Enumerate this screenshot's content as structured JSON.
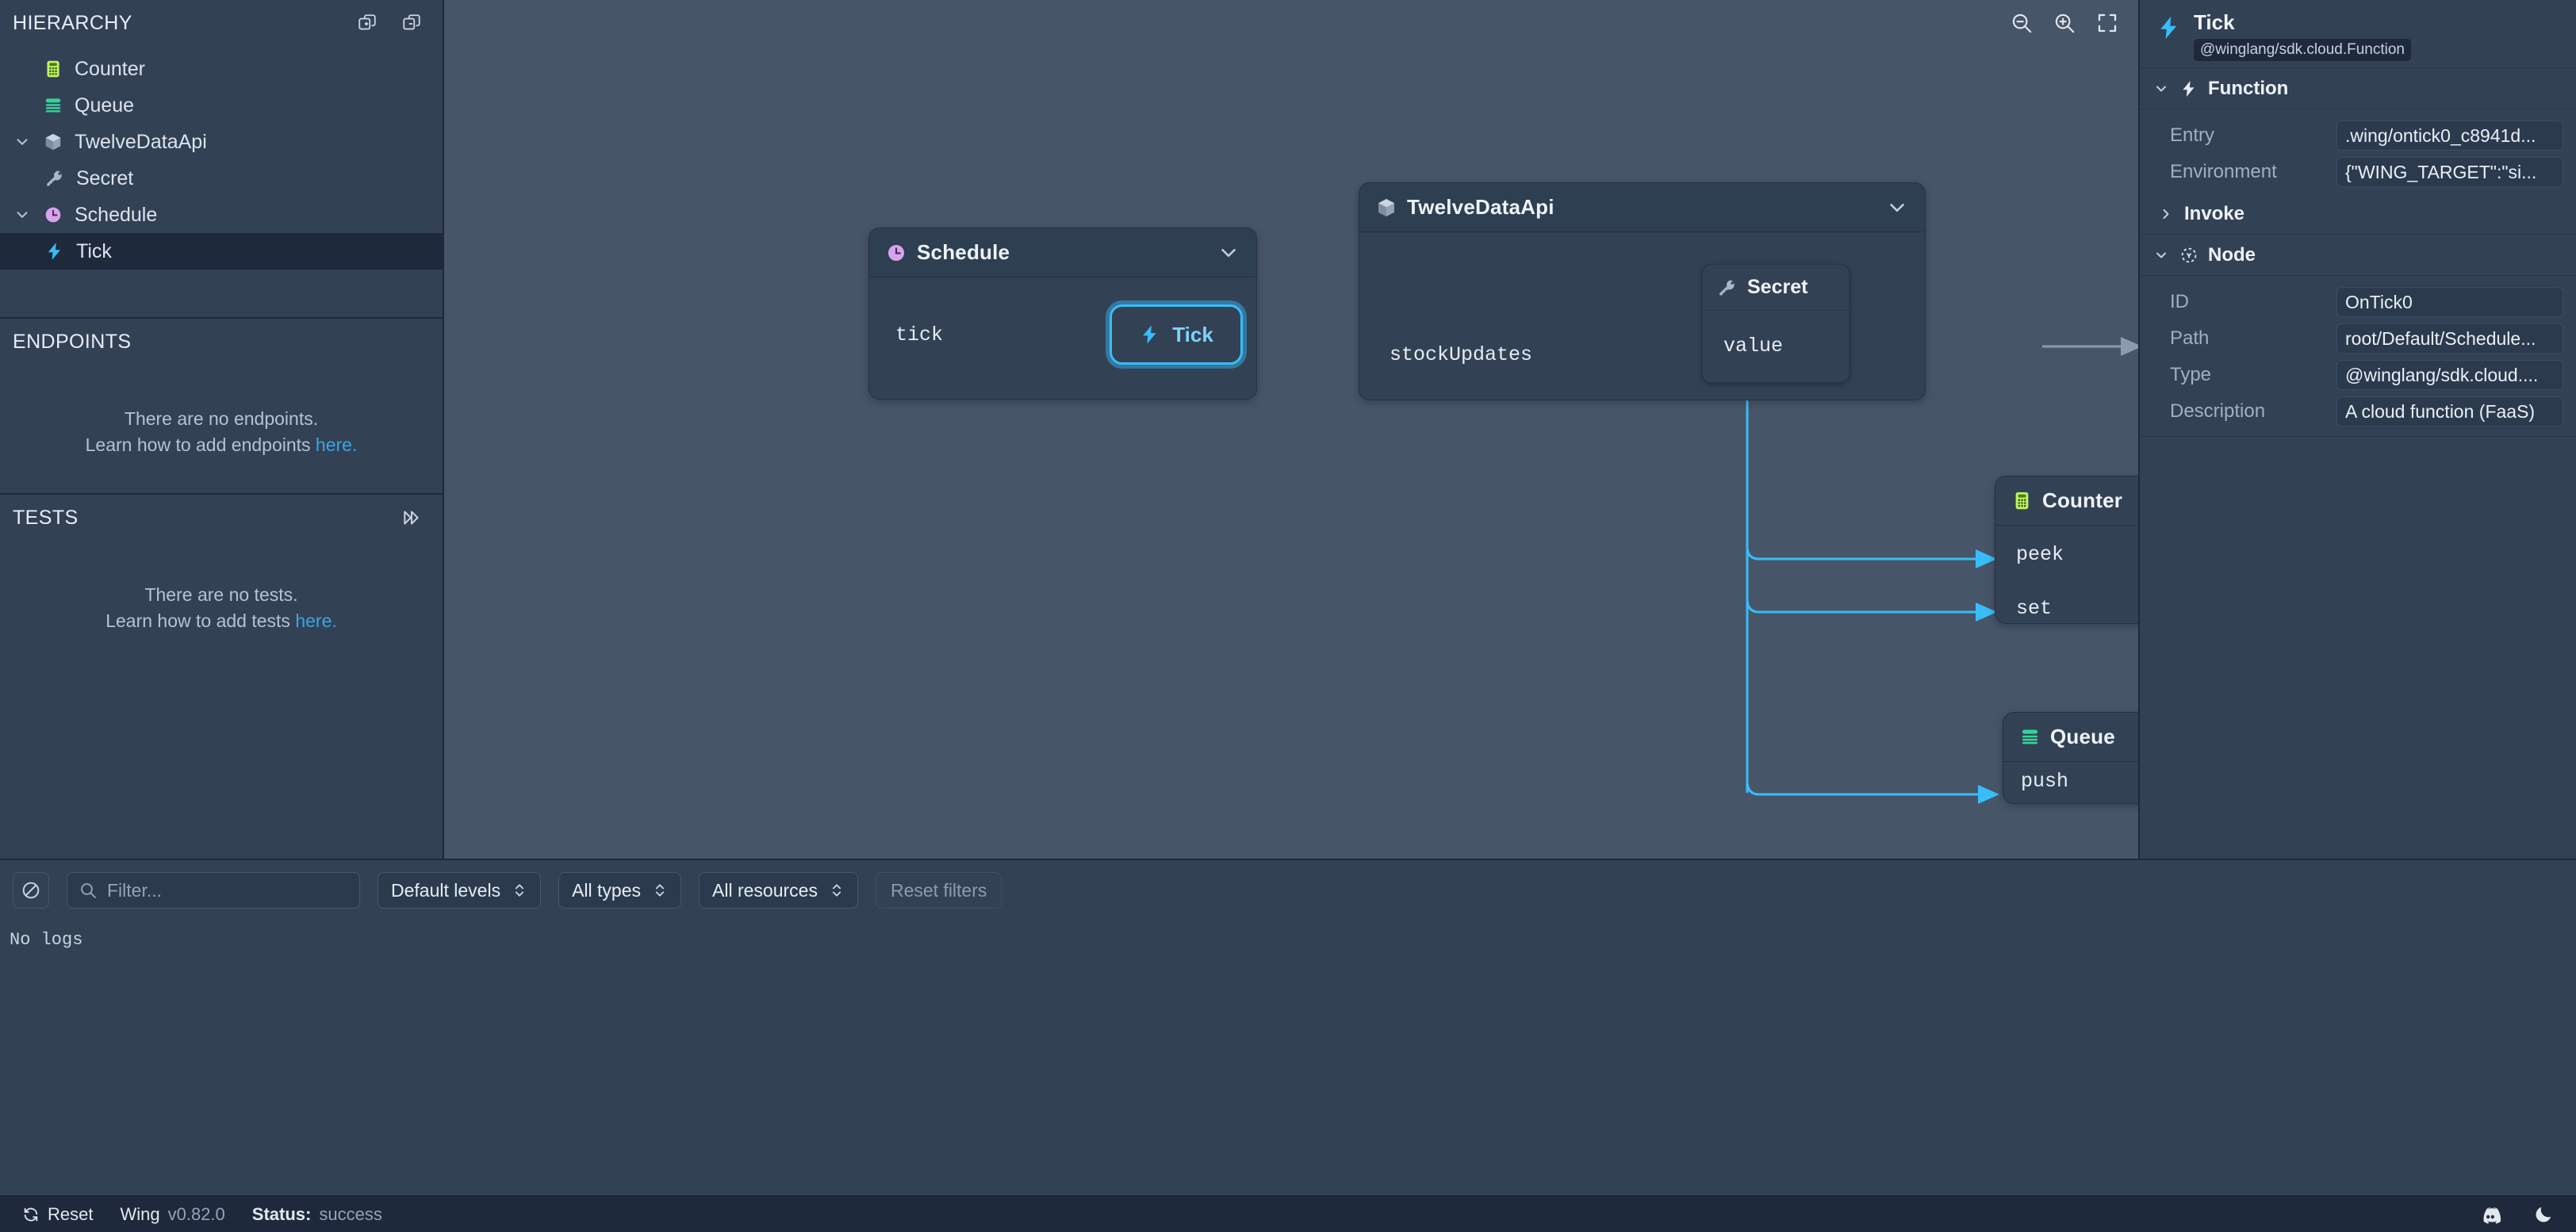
{
  "colors": {
    "accent": "#38bdf8",
    "link": "#38a5e8",
    "canvas_bg": "#475569",
    "panel_bg": "#334155",
    "deep_bg": "#1e293b",
    "counter_green": "#bef264",
    "queue_green": "#34d399",
    "schedule_purple": "#d8a3ec",
    "function_blue": "#38bdf8",
    "secret_gray": "#b6c2d1"
  },
  "sidebar": {
    "hierarchy": {
      "title": "HIERARCHY",
      "actions": [
        {
          "name": "expand-all-icon",
          "label": "Expand all"
        },
        {
          "name": "collapse-all-icon",
          "label": "Collapse all"
        }
      ],
      "items": [
        {
          "label": "Counter",
          "icon": "counter-icon",
          "depth": 0,
          "expandable": false,
          "expanded": false,
          "selected": false
        },
        {
          "label": "Queue",
          "icon": "queue-icon",
          "depth": 0,
          "expandable": false,
          "expanded": false,
          "selected": false
        },
        {
          "label": "TwelveDataApi",
          "icon": "cube-icon",
          "depth": 0,
          "expandable": true,
          "expanded": true,
          "selected": false
        },
        {
          "label": "Secret",
          "icon": "key-icon",
          "depth": 1,
          "expandable": false,
          "expanded": false,
          "selected": false
        },
        {
          "label": "Schedule",
          "icon": "clock-icon",
          "depth": 0,
          "expandable": true,
          "expanded": true,
          "selected": false
        },
        {
          "label": "Tick",
          "icon": "function-icon",
          "depth": 1,
          "expandable": false,
          "expanded": false,
          "selected": true
        }
      ]
    },
    "endpoints": {
      "title": "ENDPOINTS",
      "empty_line1": "There are no endpoints.",
      "empty_line2_prefix": "Learn how to add endpoints ",
      "empty_link": "here."
    },
    "tests": {
      "title": "TESTS",
      "action": {
        "name": "run-all-tests-icon",
        "label": "Run all tests"
      },
      "empty_line1": "There are no tests.",
      "empty_line2_prefix": "Learn how to add tests ",
      "empty_link": "here."
    }
  },
  "canvas": {
    "tools": [
      {
        "name": "zoom-out-icon",
        "label": "Zoom out"
      },
      {
        "name": "zoom-in-icon",
        "label": "Zoom in"
      },
      {
        "name": "fit-screen-icon",
        "label": "Fit to screen"
      }
    ],
    "nodes": {
      "schedule": {
        "title": "Schedule",
        "icon": "clock-icon",
        "collapse": "chevron-down-icon",
        "ports": [
          "tick"
        ]
      },
      "tick": {
        "title": "Tick",
        "icon": "function-icon",
        "selected": true
      },
      "api": {
        "title": "TwelveDataApi",
        "icon": "cube-icon",
        "collapse": "chevron-down-icon",
        "ports": [
          "stockUpdates"
        ]
      },
      "secret": {
        "title": "Secret",
        "icon": "key-icon",
        "ports": [
          "value"
        ]
      },
      "counter": {
        "title": "Counter",
        "icon": "counter-icon",
        "ports": [
          "peek",
          "set"
        ]
      },
      "queue": {
        "title": "Queue",
        "icon": "queue-icon",
        "ports": [
          "push"
        ]
      }
    }
  },
  "inspector": {
    "title": "Tick",
    "icon": "function-icon",
    "badge": "@winglang/sdk.cloud.Function",
    "sections": [
      {
        "name": "function",
        "title": "Function",
        "icon": "function-icon",
        "expanded": true,
        "rows": [
          {
            "key": "Entry",
            "value": ".wing/ontick0_c8941d..."
          },
          {
            "key": "Environment",
            "value": "{\"WING_TARGET\":\"si..."
          }
        ],
        "subsections": [
          {
            "name": "invoke",
            "title": "Invoke",
            "expanded": false
          }
        ]
      },
      {
        "name": "node",
        "title": "Node",
        "icon": "node-icon",
        "expanded": true,
        "rows": [
          {
            "key": "ID",
            "value": "OnTick0"
          },
          {
            "key": "Path",
            "value": "root/Default/Schedule..."
          },
          {
            "key": "Type",
            "value": "@winglang/sdk.cloud...."
          },
          {
            "key": "Description",
            "value": "A cloud function (FaaS)"
          }
        ]
      }
    ]
  },
  "console": {
    "clear_button": {
      "name": "clear-logs-icon",
      "label": "Clear console"
    },
    "filter_placeholder": "Filter...",
    "filter_value": "",
    "selects": [
      {
        "name": "log-level-select",
        "label": "Default levels"
      },
      {
        "name": "log-type-select",
        "label": "All types"
      },
      {
        "name": "log-resource-select",
        "label": "All resources"
      }
    ],
    "reset_filters_label": "Reset filters",
    "empty_logs": "No logs"
  },
  "statusbar": {
    "reset_label": "Reset",
    "app_name": "Wing",
    "version": "v0.82.0",
    "status_label": "Status:",
    "status_value": "success",
    "icons": [
      {
        "name": "discord-icon",
        "label": "Discord"
      },
      {
        "name": "dark-mode-icon",
        "label": "Toggle theme"
      }
    ]
  }
}
